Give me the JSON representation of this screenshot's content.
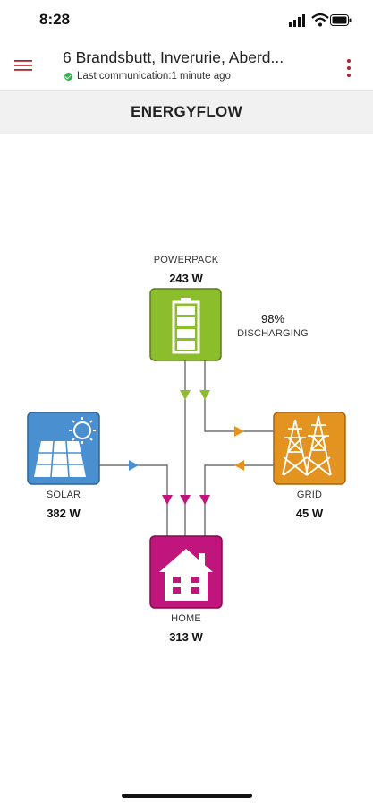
{
  "status_bar": {
    "time": "8:28"
  },
  "header": {
    "title": "6 Brandsbutt, Inverurie, Aberd...",
    "subtitle": "Last communication:1 minute ago"
  },
  "section": {
    "title": "ENERGYFLOW"
  },
  "flow": {
    "powerpack": {
      "label": "POWERPACK",
      "value": "243 W",
      "charge": "98%",
      "state": "DISCHARGING",
      "color": "#8cbd2a"
    },
    "solar": {
      "label": "SOLAR",
      "value": "382 W",
      "color": "#4a8fd0"
    },
    "grid": {
      "label": "GRID",
      "value": "45 W",
      "color": "#e39420"
    },
    "home": {
      "label": "HOME",
      "value": "313 W",
      "color": "#c0157a"
    }
  },
  "colors": {
    "accent": "#b0232a",
    "status_ok": "#2db24a"
  }
}
